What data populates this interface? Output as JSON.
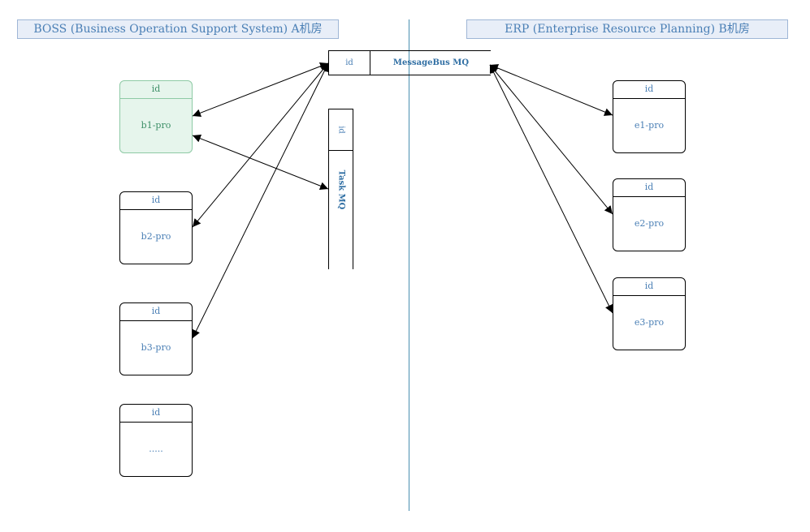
{
  "regions": {
    "a_title": "BOSS (Business Operation Support System) A机房",
    "b_title": "ERP (Enterprise Resource Planning) B机房"
  },
  "queues": {
    "message_bus": {
      "id_label": "id",
      "name": "MessageBus MQ"
    },
    "task": {
      "id_label": "id",
      "name": "Task MQ"
    }
  },
  "services_a": [
    {
      "id_label": "id",
      "name": "b1-pro"
    },
    {
      "id_label": "id",
      "name": "b2-pro"
    },
    {
      "id_label": "id",
      "name": "b3-pro"
    },
    {
      "id_label": "id",
      "name": "....."
    }
  ],
  "services_b": [
    {
      "id_label": "id",
      "name": "e1-pro"
    },
    {
      "id_label": "id",
      "name": "e2-pro"
    },
    {
      "id_label": "id",
      "name": "e3-pro"
    }
  ],
  "colors": {
    "text": "#4a7fb5",
    "title_fill": "#e8eef8",
    "highlight_fill": "#e6f5ec",
    "highlight_border": "#8ecaa5",
    "divider": "#4a8fb0"
  },
  "connections": [
    {
      "from": "message_bus",
      "to": "b1-pro",
      "bidirectional": true
    },
    {
      "from": "message_bus",
      "to": "b2-pro",
      "bidirectional": true
    },
    {
      "from": "message_bus",
      "to": "b3-pro",
      "bidirectional": true
    },
    {
      "from": "b1-pro",
      "to": "task",
      "bidirectional": true
    },
    {
      "from": "message_bus",
      "to": "e1-pro",
      "bidirectional": true
    },
    {
      "from": "message_bus",
      "to": "e2-pro",
      "bidirectional": true
    },
    {
      "from": "message_bus",
      "to": "e3-pro",
      "bidirectional": true
    }
  ]
}
